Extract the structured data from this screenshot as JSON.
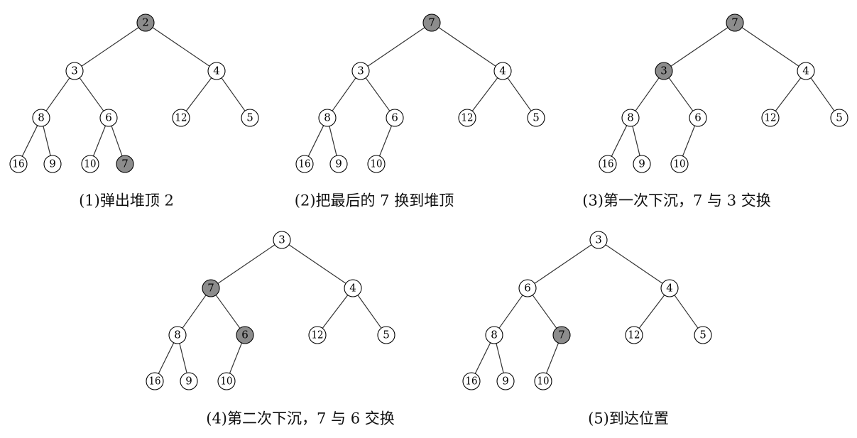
{
  "colors": {
    "highlight_fill": "#8c8c8c",
    "normal_fill": "#ffffff",
    "line": "#333333",
    "text": "#000000"
  },
  "panels": [
    {
      "caption": "(1)弹出堆顶 2",
      "nodes": [
        {
          "id": "a",
          "label": "2",
          "highlight": true
        },
        {
          "id": "b",
          "label": "3",
          "highlight": false
        },
        {
          "id": "c",
          "label": "4",
          "highlight": false
        },
        {
          "id": "d",
          "label": "8",
          "highlight": false
        },
        {
          "id": "e",
          "label": "6",
          "highlight": false
        },
        {
          "id": "f",
          "label": "12",
          "highlight": false
        },
        {
          "id": "g",
          "label": "5",
          "highlight": false
        },
        {
          "id": "h",
          "label": "16",
          "highlight": false
        },
        {
          "id": "i",
          "label": "9",
          "highlight": false
        },
        {
          "id": "j",
          "label": "10",
          "highlight": false
        },
        {
          "id": "k",
          "label": "7",
          "highlight": true
        }
      ],
      "edges": [
        [
          "a",
          "b"
        ],
        [
          "a",
          "c"
        ],
        [
          "b",
          "d"
        ],
        [
          "b",
          "e"
        ],
        [
          "c",
          "f"
        ],
        [
          "c",
          "g"
        ],
        [
          "d",
          "h"
        ],
        [
          "d",
          "i"
        ],
        [
          "e",
          "j"
        ],
        [
          "e",
          "k"
        ]
      ]
    },
    {
      "caption": "(2)把最后的 7 换到堆顶",
      "nodes": [
        {
          "id": "a",
          "label": "7",
          "highlight": true
        },
        {
          "id": "b",
          "label": "3",
          "highlight": false
        },
        {
          "id": "c",
          "label": "4",
          "highlight": false
        },
        {
          "id": "d",
          "label": "8",
          "highlight": false
        },
        {
          "id": "e",
          "label": "6",
          "highlight": false
        },
        {
          "id": "f",
          "label": "12",
          "highlight": false
        },
        {
          "id": "g",
          "label": "5",
          "highlight": false
        },
        {
          "id": "h",
          "label": "16",
          "highlight": false
        },
        {
          "id": "i",
          "label": "9",
          "highlight": false
        },
        {
          "id": "j",
          "label": "10",
          "highlight": false
        }
      ],
      "edges": [
        [
          "a",
          "b"
        ],
        [
          "a",
          "c"
        ],
        [
          "b",
          "d"
        ],
        [
          "b",
          "e"
        ],
        [
          "c",
          "f"
        ],
        [
          "c",
          "g"
        ],
        [
          "d",
          "h"
        ],
        [
          "d",
          "i"
        ],
        [
          "e",
          "j"
        ]
      ]
    },
    {
      "caption": "(3)第一次下沉，7 与 3 交换",
      "nodes": [
        {
          "id": "a",
          "label": "7",
          "highlight": true
        },
        {
          "id": "b",
          "label": "3",
          "highlight": true
        },
        {
          "id": "c",
          "label": "4",
          "highlight": false
        },
        {
          "id": "d",
          "label": "8",
          "highlight": false
        },
        {
          "id": "e",
          "label": "6",
          "highlight": false
        },
        {
          "id": "f",
          "label": "12",
          "highlight": false
        },
        {
          "id": "g",
          "label": "5",
          "highlight": false
        },
        {
          "id": "h",
          "label": "16",
          "highlight": false
        },
        {
          "id": "i",
          "label": "9",
          "highlight": false
        },
        {
          "id": "j",
          "label": "10",
          "highlight": false
        }
      ],
      "edges": [
        [
          "a",
          "b"
        ],
        [
          "a",
          "c"
        ],
        [
          "b",
          "d"
        ],
        [
          "b",
          "e"
        ],
        [
          "c",
          "f"
        ],
        [
          "c",
          "g"
        ],
        [
          "d",
          "h"
        ],
        [
          "d",
          "i"
        ],
        [
          "e",
          "j"
        ]
      ]
    },
    {
      "caption": "(4)第二次下沉，7 与 6 交换",
      "nodes": [
        {
          "id": "a",
          "label": "3",
          "highlight": false
        },
        {
          "id": "b",
          "label": "7",
          "highlight": true
        },
        {
          "id": "c",
          "label": "4",
          "highlight": false
        },
        {
          "id": "d",
          "label": "8",
          "highlight": false
        },
        {
          "id": "e",
          "label": "6",
          "highlight": true
        },
        {
          "id": "f",
          "label": "12",
          "highlight": false
        },
        {
          "id": "g",
          "label": "5",
          "highlight": false
        },
        {
          "id": "h",
          "label": "16",
          "highlight": false
        },
        {
          "id": "i",
          "label": "9",
          "highlight": false
        },
        {
          "id": "j",
          "label": "10",
          "highlight": false
        }
      ],
      "edges": [
        [
          "a",
          "b"
        ],
        [
          "a",
          "c"
        ],
        [
          "b",
          "d"
        ],
        [
          "b",
          "e"
        ],
        [
          "c",
          "f"
        ],
        [
          "c",
          "g"
        ],
        [
          "d",
          "h"
        ],
        [
          "d",
          "i"
        ],
        [
          "e",
          "j"
        ]
      ]
    },
    {
      "caption": "(5)到达位置",
      "nodes": [
        {
          "id": "a",
          "label": "3",
          "highlight": false
        },
        {
          "id": "b",
          "label": "6",
          "highlight": false
        },
        {
          "id": "c",
          "label": "4",
          "highlight": false
        },
        {
          "id": "d",
          "label": "8",
          "highlight": false
        },
        {
          "id": "e",
          "label": "7",
          "highlight": true
        },
        {
          "id": "f",
          "label": "12",
          "highlight": false
        },
        {
          "id": "g",
          "label": "5",
          "highlight": false
        },
        {
          "id": "h",
          "label": "16",
          "highlight": false
        },
        {
          "id": "i",
          "label": "9",
          "highlight": false
        },
        {
          "id": "j",
          "label": "10",
          "highlight": false
        }
      ],
      "edges": [
        [
          "a",
          "b"
        ],
        [
          "a",
          "c"
        ],
        [
          "b",
          "d"
        ],
        [
          "b",
          "e"
        ],
        [
          "c",
          "f"
        ],
        [
          "c",
          "g"
        ],
        [
          "d",
          "h"
        ],
        [
          "d",
          "i"
        ],
        [
          "e",
          "j"
        ]
      ]
    }
  ]
}
